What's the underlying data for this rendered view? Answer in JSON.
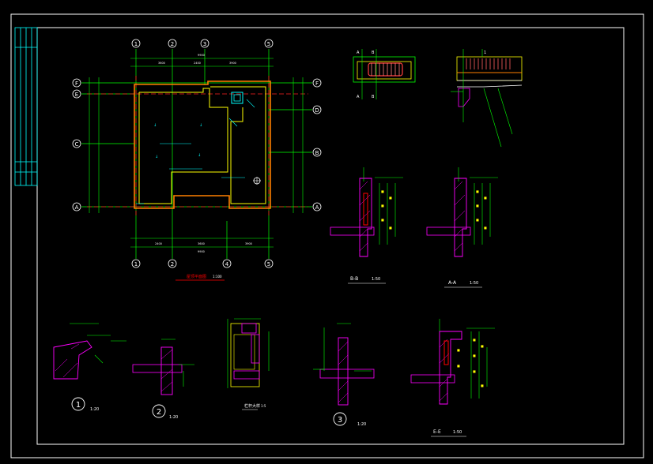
{
  "colors": {
    "frame": "#ffffff",
    "grid": "#00ff00",
    "dim": "#00ff00",
    "axis_bubble": "#ffffff",
    "wall": "#ffff00",
    "wall_red": "#ff2020",
    "hatch": "#ff00ff",
    "cyan": "#00ffff",
    "orange": "#ff8000",
    "title": "#ff0000",
    "text": "#ffffff"
  },
  "plan": {
    "top_axes": [
      "1",
      "2",
      "3",
      "5"
    ],
    "bottom_axes": [
      "1",
      "2",
      "4",
      "5"
    ],
    "left_axes": [
      "F",
      "E",
      "C",
      "A"
    ],
    "right_axes": [
      "F",
      "D",
      "B",
      "A"
    ],
    "title": "屋顶平面图",
    "scale": "1:100"
  },
  "sections": {
    "bb_label": "B-B",
    "bb_scale": "1:50",
    "aa_label": "A-A",
    "aa_scale": "1:50",
    "ee_label": "E-E",
    "ee_scale": "1:50"
  },
  "details": {
    "d1_num": "1",
    "d1_scale": "1:20",
    "d2_num": "2",
    "d2_scale": "1:20",
    "d3_num": "3",
    "d3_scale": "1:20",
    "mid_title": "栏杆大样",
    "mid_scale": "1:5"
  },
  "elevation_marks": {
    "left_a": "A",
    "left_b": "B",
    "right_1": "1"
  }
}
